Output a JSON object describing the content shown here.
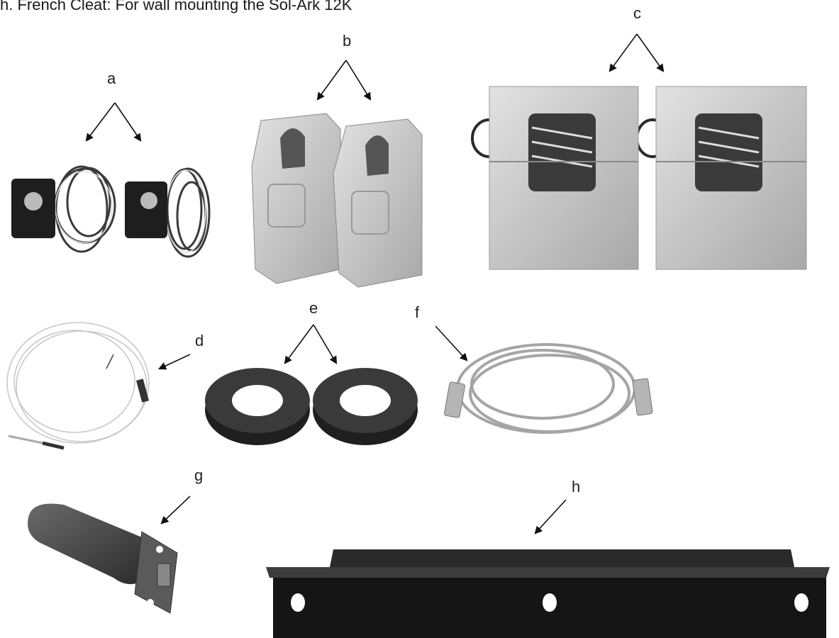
{
  "heading": "h.   French Cleat: For wall mounting the Sol-Ark 12K",
  "labels": {
    "a": "a",
    "b": "b",
    "c": "c",
    "d": "d",
    "e": "e",
    "f": "f",
    "g": "g",
    "h": "h"
  },
  "colors": {
    "ink": "#1a1a1a",
    "part_light": "#c8c8c8",
    "part_mid": "#9a9a9a",
    "part_dark": "#2a2a2a"
  }
}
